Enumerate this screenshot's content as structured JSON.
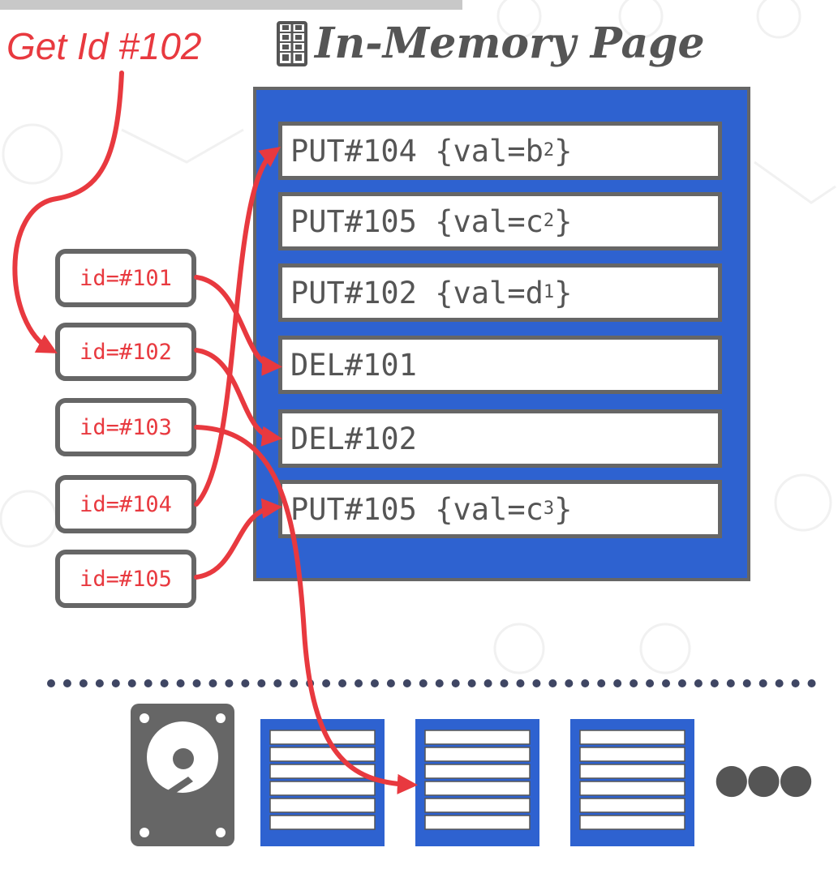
{
  "query": {
    "label": "Get Id #102"
  },
  "page": {
    "title": "In-Memory Page",
    "title_icon": "memory-chip-icon",
    "entries": [
      {
        "op": "PUT",
        "id": "#104",
        "value": "b",
        "version": "2"
      },
      {
        "op": "PUT",
        "id": "#105",
        "value": "c",
        "version": "2"
      },
      {
        "op": "PUT",
        "id": "#102",
        "value": "d",
        "version": "1"
      },
      {
        "op": "DEL",
        "id": "#101"
      },
      {
        "op": "DEL",
        "id": "#102"
      },
      {
        "op": "PUT",
        "id": "#105",
        "value": "c",
        "version": "3"
      }
    ]
  },
  "index": {
    "entries": [
      "id=#101",
      "id=#102",
      "id=#103",
      "id=#104",
      "id=#105"
    ]
  },
  "disk": {
    "icon": "hard-disk-icon",
    "page_count": 3,
    "more": "●●●"
  },
  "colors": {
    "accent": "#e8393f",
    "page_fill": "#2e62d0",
    "border": "#666666",
    "text": "#555555"
  }
}
